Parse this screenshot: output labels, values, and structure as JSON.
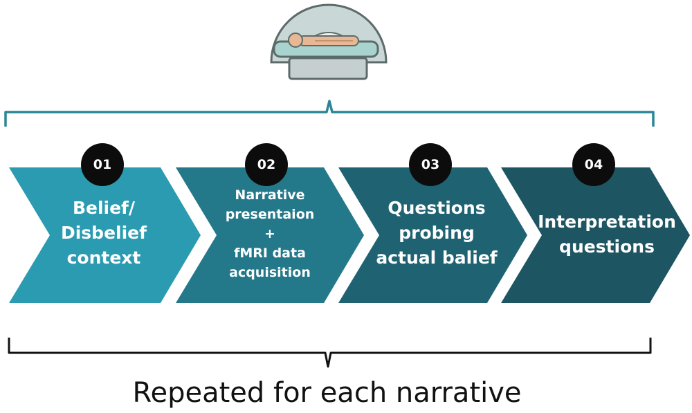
{
  "icon": "mri-scanner-icon",
  "colors": {
    "step1": "#2a9bb0",
    "step2": "#23798a",
    "step3": "#1f6373",
    "step4": "#1e5562",
    "bracket_top": "#2a8596",
    "bracket_bottom": "#111111"
  },
  "steps": [
    {
      "number": "01",
      "lines": [
        "Belief/",
        "Disbelief",
        "context"
      ]
    },
    {
      "number": "02",
      "lines": [
        "Narrative",
        "presentaion",
        "+",
        "fMRI data",
        "acquisition"
      ]
    },
    {
      "number": "03",
      "lines": [
        "Questions",
        "probing",
        "actual balief"
      ]
    },
    {
      "number": "04",
      "lines": [
        "Interpretation",
        "questions"
      ]
    }
  ],
  "caption": "Repeated for each narrative"
}
